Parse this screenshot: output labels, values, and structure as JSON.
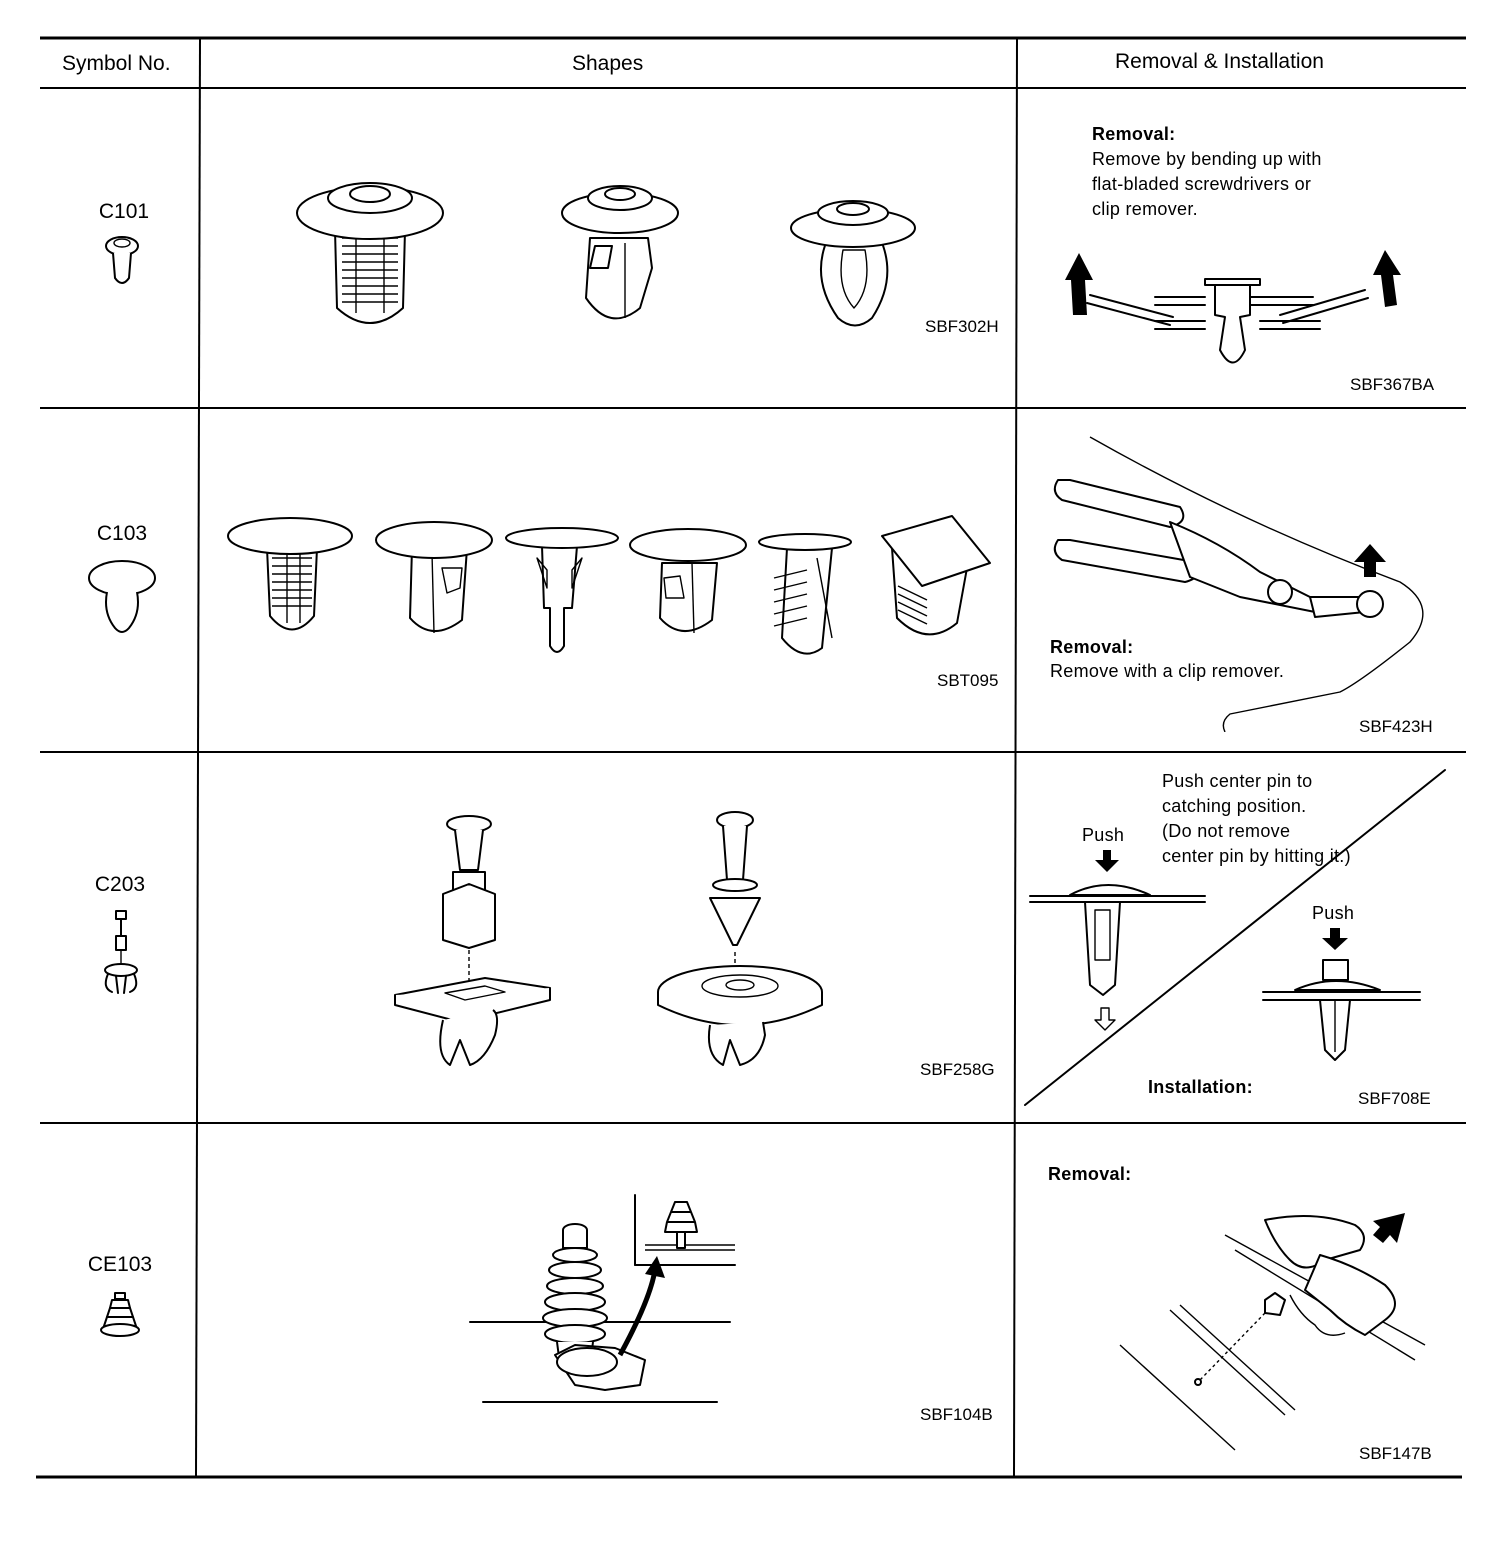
{
  "table": {
    "headers": {
      "symbol": "Symbol No.",
      "shapes": "Shapes",
      "removal": "Removal & Installation"
    },
    "rows": [
      {
        "symbol": "C101",
        "shape_code": "SBF302H",
        "removal_heading": "Removal:",
        "removal_text": "Remove by bending up with\nflat-bladed screwdrivers or\nclip remover.",
        "removal_code": "SBF367BA"
      },
      {
        "symbol": "C103",
        "shape_code": "SBT095",
        "removal_heading": "Removal:",
        "removal_text": "Remove with a clip remover.",
        "removal_code": "SBF423H"
      },
      {
        "symbol": "C203",
        "shape_code": "SBF258G",
        "instruction": "Push center pin to\ncatching position.\n(Do not remove\ncenter pin by hitting it.)",
        "push_label_1": "Push",
        "push_label_2": "Push",
        "installation_heading": "Installation:",
        "removal_code": "SBF708E"
      },
      {
        "symbol": "CE103",
        "shape_code": "SBF104B",
        "removal_heading": "Removal:",
        "removal_code": "SBF147B"
      }
    ]
  }
}
